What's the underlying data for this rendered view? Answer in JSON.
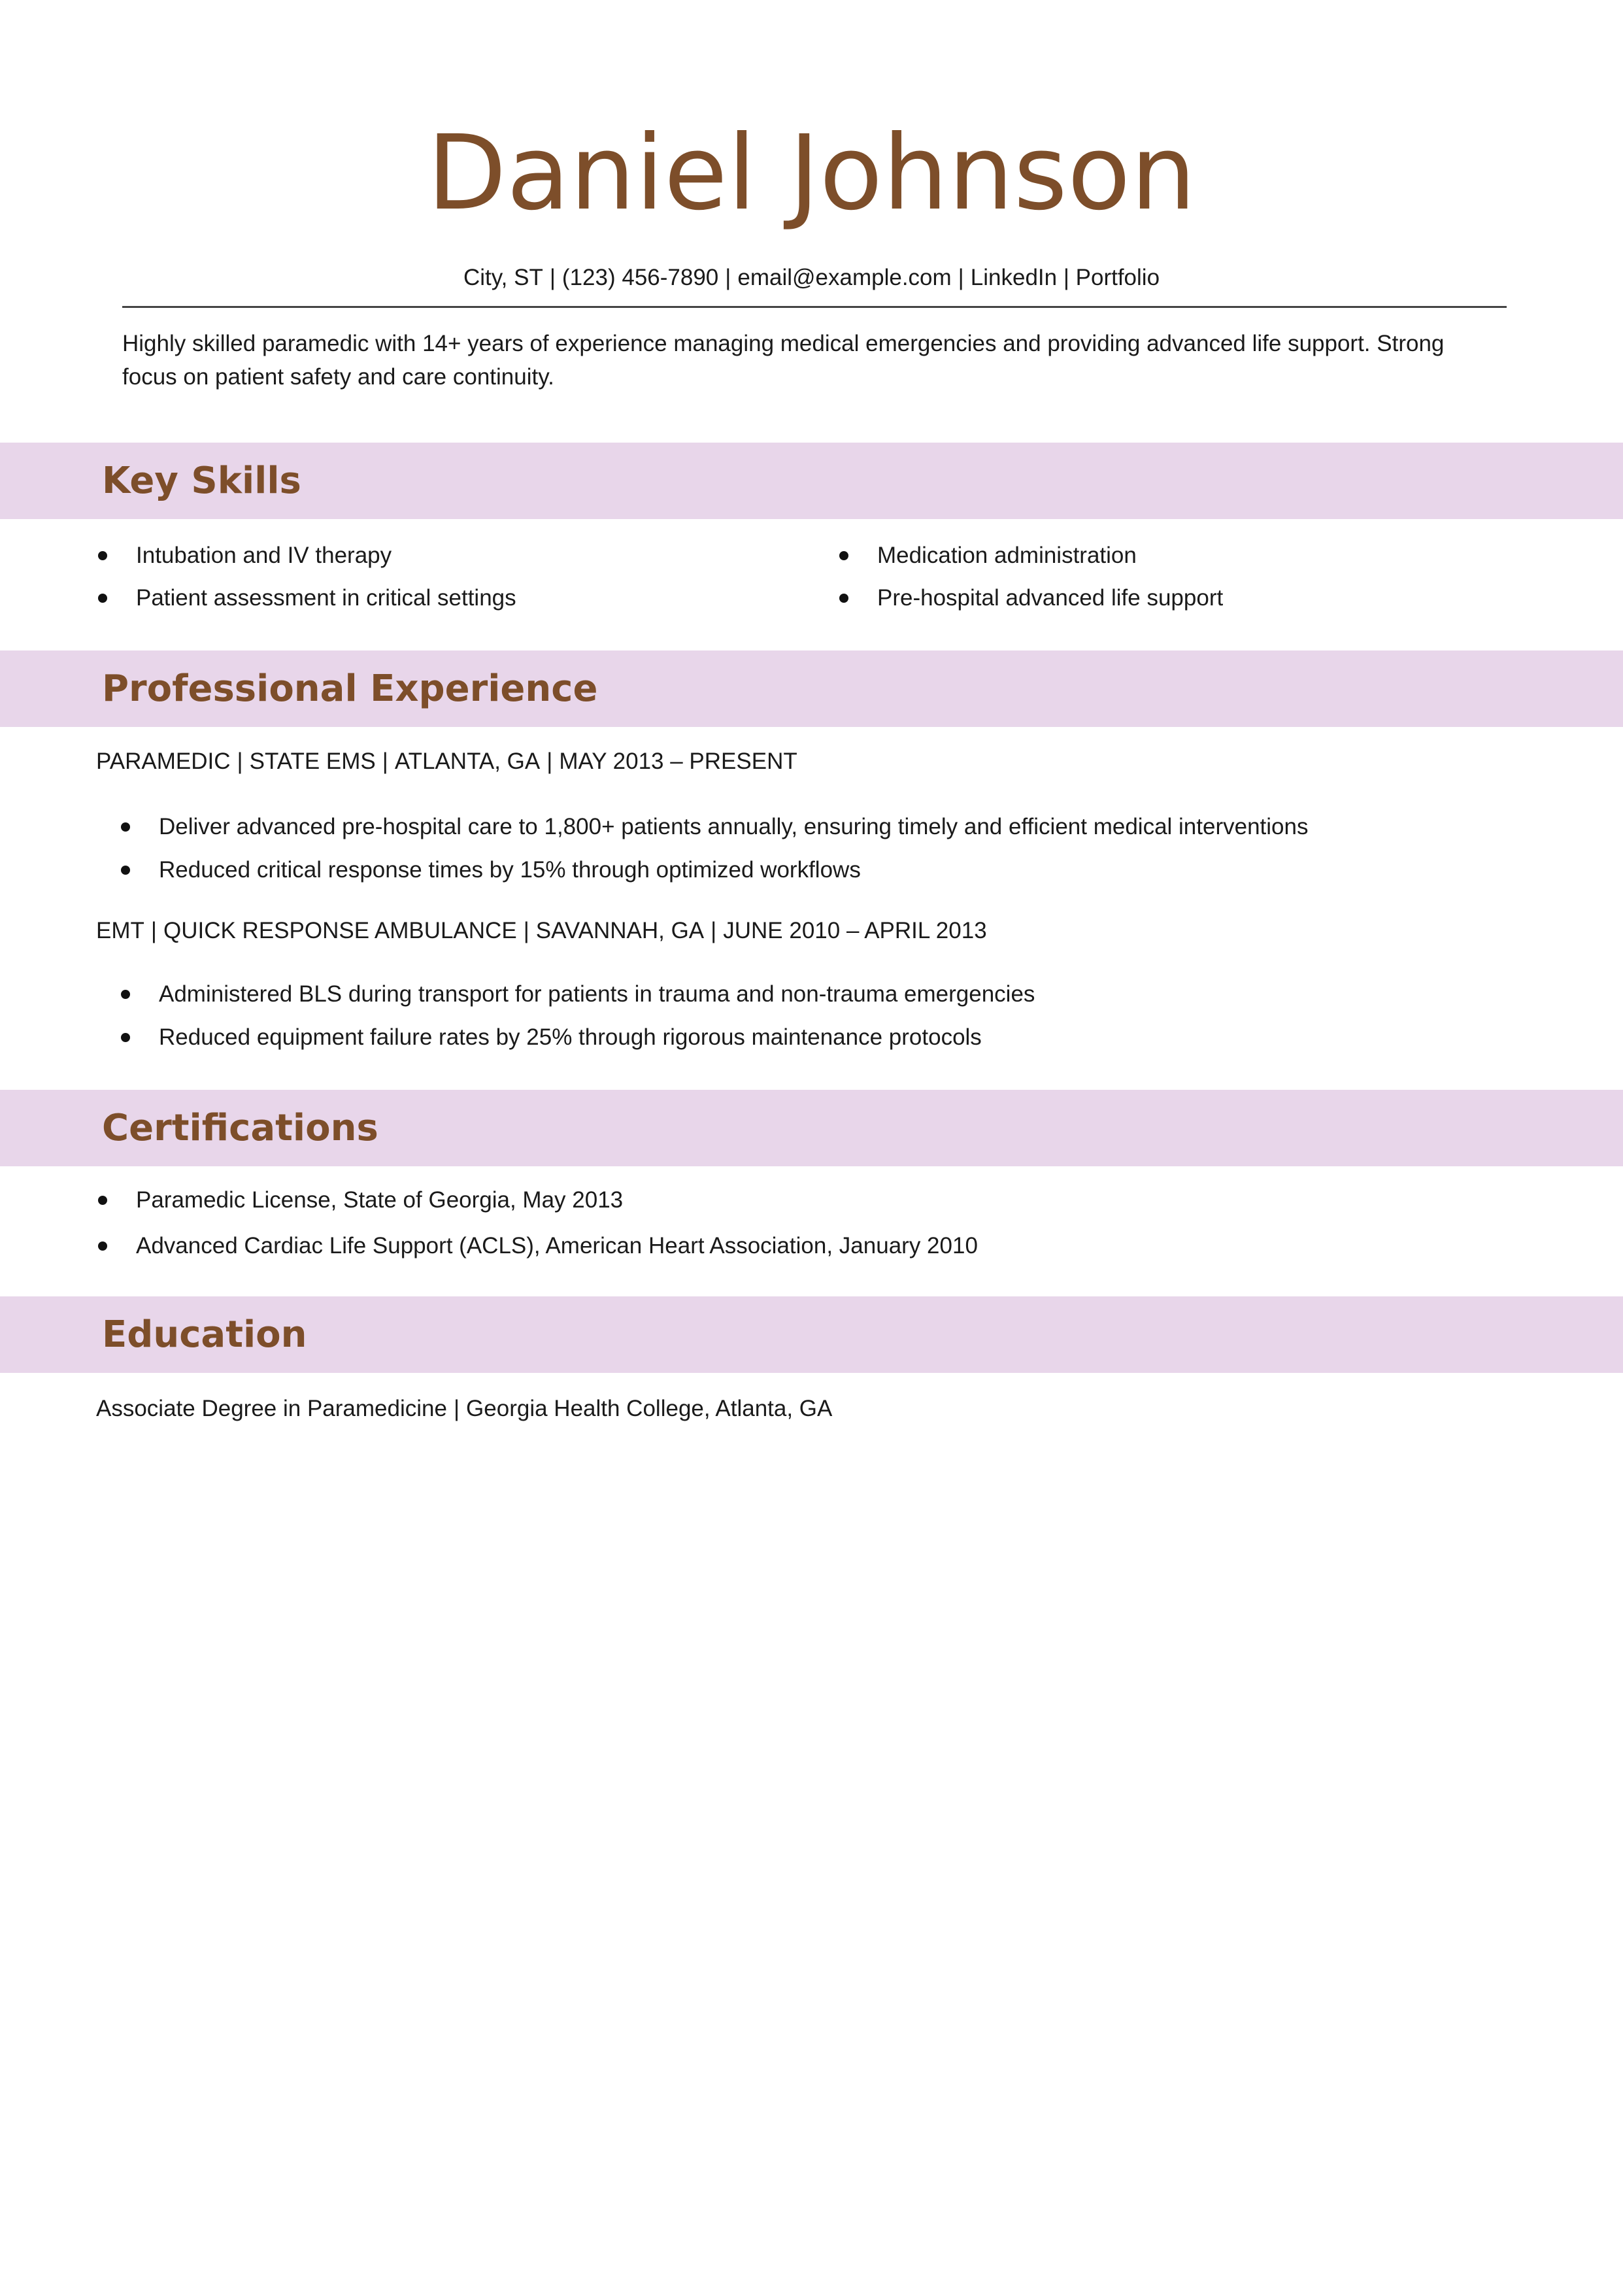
{
  "header": {
    "name": "Daniel Johnson",
    "contact": {
      "location": "City, ST",
      "phone": "(123) 456-7890",
      "email": "email@example.com",
      "links": "LinkedIn | Portfolio"
    }
  },
  "summary": "Highly skilled paramedic with 14+ years of experience managing medical emergencies and providing advanced life support. Strong focus on patient safety and care continuity.",
  "sections": {
    "skills": {
      "title": "Key Skills",
      "items": [
        "Intubation and IV therapy",
        "Medication administration",
        "Patient assessment in critical settings",
        "Pre-hospital advanced life support"
      ]
    },
    "experience": {
      "title": "Professional Experience",
      "jobs": [
        {
          "title": "PARAMEDIC",
          "employer": "STATE EMS",
          "location": "ATLANTA, GA",
          "dates": "MAY 2013 – PRESENT",
          "bullets": [
            "Deliver advanced pre-hospital care to 1,800+ patients annually, ensuring timely and efficient medical interventions",
            "Reduced critical response times by 15% through optimized workflows"
          ]
        },
        {
          "title": "EMT",
          "employer": "QUICK RESPONSE AMBULANCE",
          "location": "SAVANNAH, GA",
          "dates": "JUNE 2010 – APRIL 2013",
          "bullets": [
            "Administered BLS during transport for patients in trauma and non-trauma emergencies",
            "Reduced equipment failure rates by 25% through rigorous maintenance protocols"
          ]
        }
      ]
    },
    "certifications": {
      "title": "Certifications",
      "items": [
        "Paramedic License, State of Georgia, May 2013",
        "Advanced Cardiac Life Support (ACLS), American Heart Association, January 2010"
      ]
    },
    "education": {
      "title": "Education",
      "degree": "Associate Degree in Paramedicine",
      "school": "Georgia Health College, Atlanta, GA"
    }
  },
  "colors": {
    "accent": "#7d4e2a",
    "band": "#e8d6ea",
    "text": "#1a1a1a"
  }
}
